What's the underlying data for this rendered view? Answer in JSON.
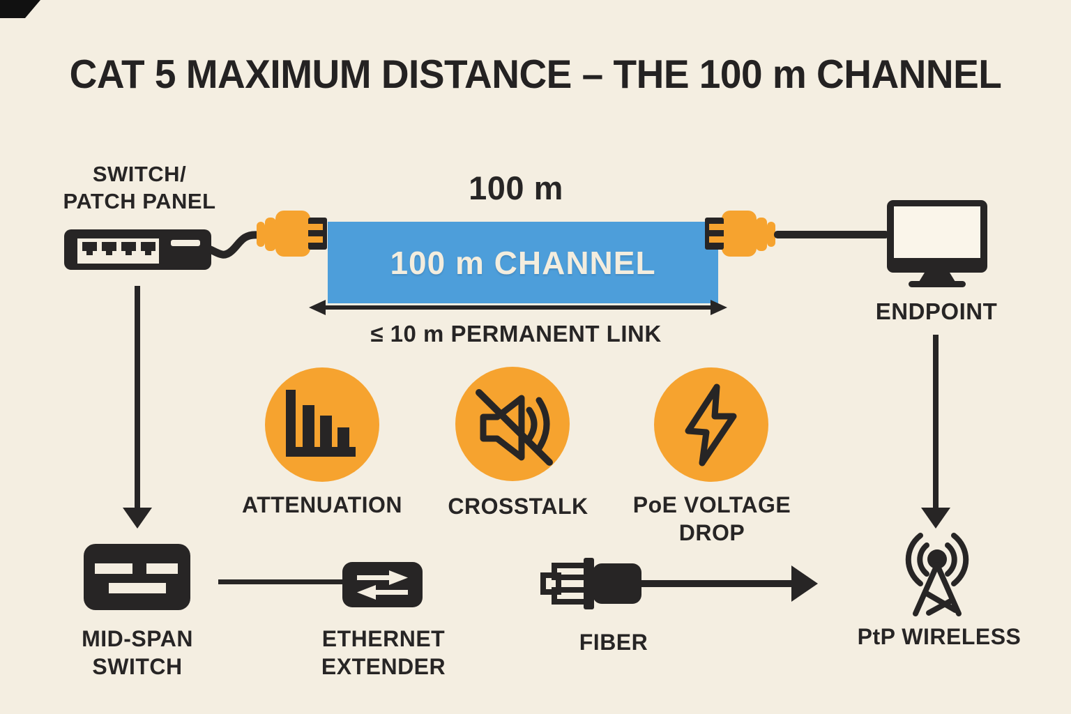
{
  "title": "CAT 5 MAXIMUM DISTANCE – THE 100 m CHANNEL",
  "colors": {
    "background": "#F4EEE1",
    "ink": "#272525",
    "accent_orange": "#F6A32F",
    "channel_blue": "#4D9EDA",
    "channel_text": "#F3EDDE"
  },
  "channel": {
    "distance_label": "100 m",
    "bar_label": "100 m CHANNEL",
    "permanent_link_label": "≤ 10 m PERMANENT LINK"
  },
  "nodes": {
    "switch": {
      "line1": "SWITCH/",
      "line2": "PATCH PANEL",
      "icon": "network-switch-icon"
    },
    "endpoint": {
      "label": "ENDPOINT",
      "icon": "monitor-icon"
    },
    "midspan": {
      "line1": "MID-SPAN",
      "line2": "SWITCH",
      "icon": "midspan-switch-icon"
    },
    "extender": {
      "line1": "ETHERNET",
      "line2": "EXTENDER",
      "icon": "ethernet-extender-icon"
    },
    "fiber": {
      "label": "FIBER",
      "icon": "fiber-connector-icon"
    },
    "ptp": {
      "label": "PtP WIRELESS",
      "icon": "antenna-icon"
    }
  },
  "impairments": {
    "attenuation": {
      "label": "ATTENUATION",
      "icon": "bar-chart-declining-icon"
    },
    "crosstalk": {
      "label": "CROSSTALK",
      "icon": "muted-speaker-icon"
    },
    "poe": {
      "line1": "PoE VOLTAGE",
      "line2": "DROP",
      "icon": "lightning-bolt-icon"
    }
  }
}
